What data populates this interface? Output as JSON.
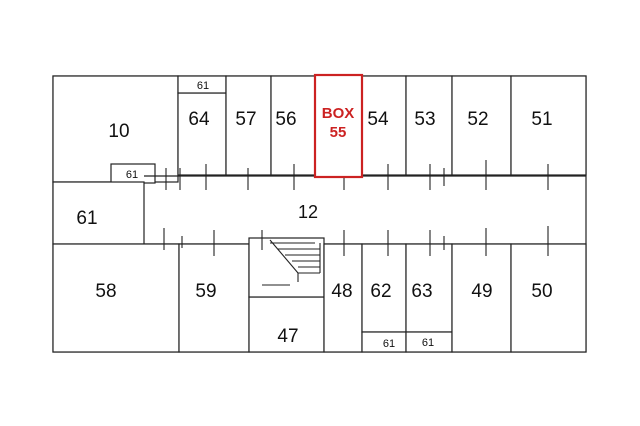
{
  "rooms": {
    "r10": "10",
    "r64": "64",
    "r57": "57",
    "r56": "56",
    "r54": "54",
    "r53": "53",
    "r52": "52",
    "r51": "51",
    "r61_left": "61",
    "r12": "12",
    "r58": "58",
    "r59": "59",
    "r47": "47",
    "r48": "48",
    "r62": "62",
    "r63": "63",
    "r49": "49",
    "r50": "50"
  },
  "small_labels": {
    "top_61": "61",
    "corridor_61": "61",
    "bottom_61_a": "61",
    "bottom_61_b": "61"
  },
  "highlight": {
    "line1": "BOX",
    "line2": "55",
    "color": "#cc2222"
  }
}
